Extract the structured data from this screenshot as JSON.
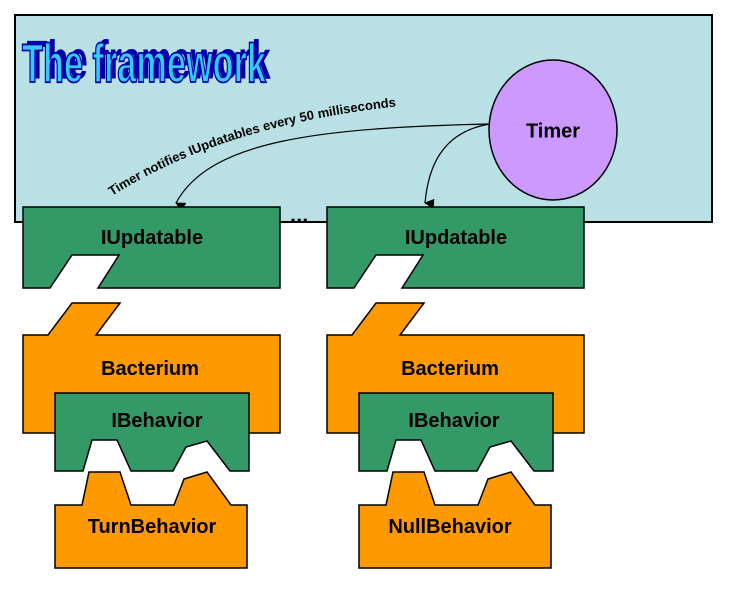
{
  "diagram": {
    "title": "The framework",
    "timer": {
      "label": "Timer"
    },
    "notification": "Timer notifies IUpdatables every 50 milliseconds",
    "ellipsis": "...",
    "columns": [
      {
        "updatable": "IUpdatable",
        "bacterium": "Bacterium",
        "behavior_interface": "IBehavior",
        "behavior_impl": "TurnBehavior"
      },
      {
        "updatable": "IUpdatable",
        "bacterium": "Bacterium",
        "behavior_interface": "IBehavior",
        "behavior_impl": "NullBehavior"
      }
    ],
    "colors": {
      "framework_bg": "#B9E0E4",
      "interface_green": "#339966",
      "class_orange": "#FF9900",
      "timer_purple": "#CC99FF",
      "title_fill": "#33CCFF",
      "title_shadow": "#0000AA"
    }
  }
}
